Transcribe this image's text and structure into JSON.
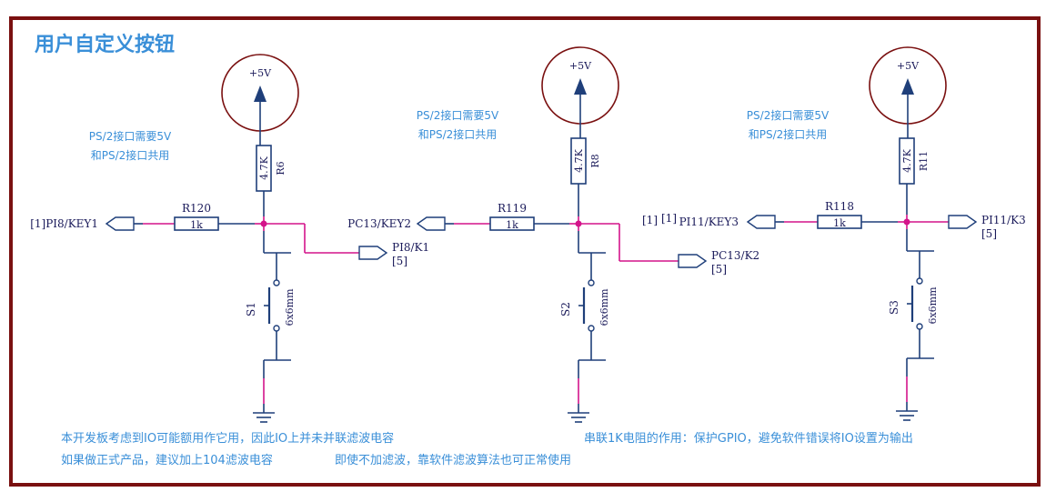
{
  "page": {
    "title": "用户自定义按钮",
    "notes": {
      "left_line1": "本开发板考虑到IO可能额用作它用，因此IO上并未并联滤波电容",
      "left_line2": "如果做正式产品，建议加上104滤波电容",
      "middle_line2": "即使不加滤波，靠软件滤波算法也可正常使用",
      "right_line1": "串联1K电阻的作用：保护GPIO，避免软件错误将IO设置为输出"
    }
  },
  "colors": {
    "frame": "#7a1010",
    "wire": "#1f3f7a",
    "net": "#d4148a",
    "junction": "#d4148a",
    "note_text": "#3a8fd8",
    "title_text": "#3a8fd8",
    "label_text": "#1a1a5a"
  },
  "circuits": [
    {
      "power": "+5V",
      "note_line1": "PS/2接口需要5V",
      "note_line2": "和PS/2接口共用",
      "pullup": {
        "ref": "R6",
        "value": "4.7K"
      },
      "series": {
        "ref": "R120",
        "value": "1k"
      },
      "in_port": {
        "label": "[1]PI8/KEY1"
      },
      "out_port": {
        "label": "PI8/K1",
        "sheet": "[5]"
      },
      "switch": {
        "ref": "S1",
        "value": "6x6mm"
      }
    },
    {
      "power": "+5V",
      "note_line1": "PS/2接口需要5V",
      "note_line2": "和PS/2接口共用",
      "pullup": {
        "ref": "R8",
        "value": "4.7K"
      },
      "series": {
        "ref": "R119",
        "value": "1k"
      },
      "in_port": {
        "label": "PC13/KEY2",
        "sheet": "[1]"
      },
      "out_port": {
        "label": "PC13/K2",
        "sheet": "[5]"
      },
      "switch": {
        "ref": "S2",
        "value": "6x6mm"
      }
    },
    {
      "power": "+5V",
      "note_line1": "PS/2接口需要5V",
      "note_line2": "和PS/2接口共用",
      "pullup": {
        "ref": "R11",
        "value": "4.7K"
      },
      "series": {
        "ref": "R118",
        "value": "1k"
      },
      "in_port": {
        "label": "PI11/KEY3",
        "sheet": "[1]"
      },
      "out_port": {
        "label": "PI11/K3",
        "sheet": "[5]"
      },
      "switch": {
        "ref": "S3",
        "value": "6x6mm"
      }
    }
  ]
}
